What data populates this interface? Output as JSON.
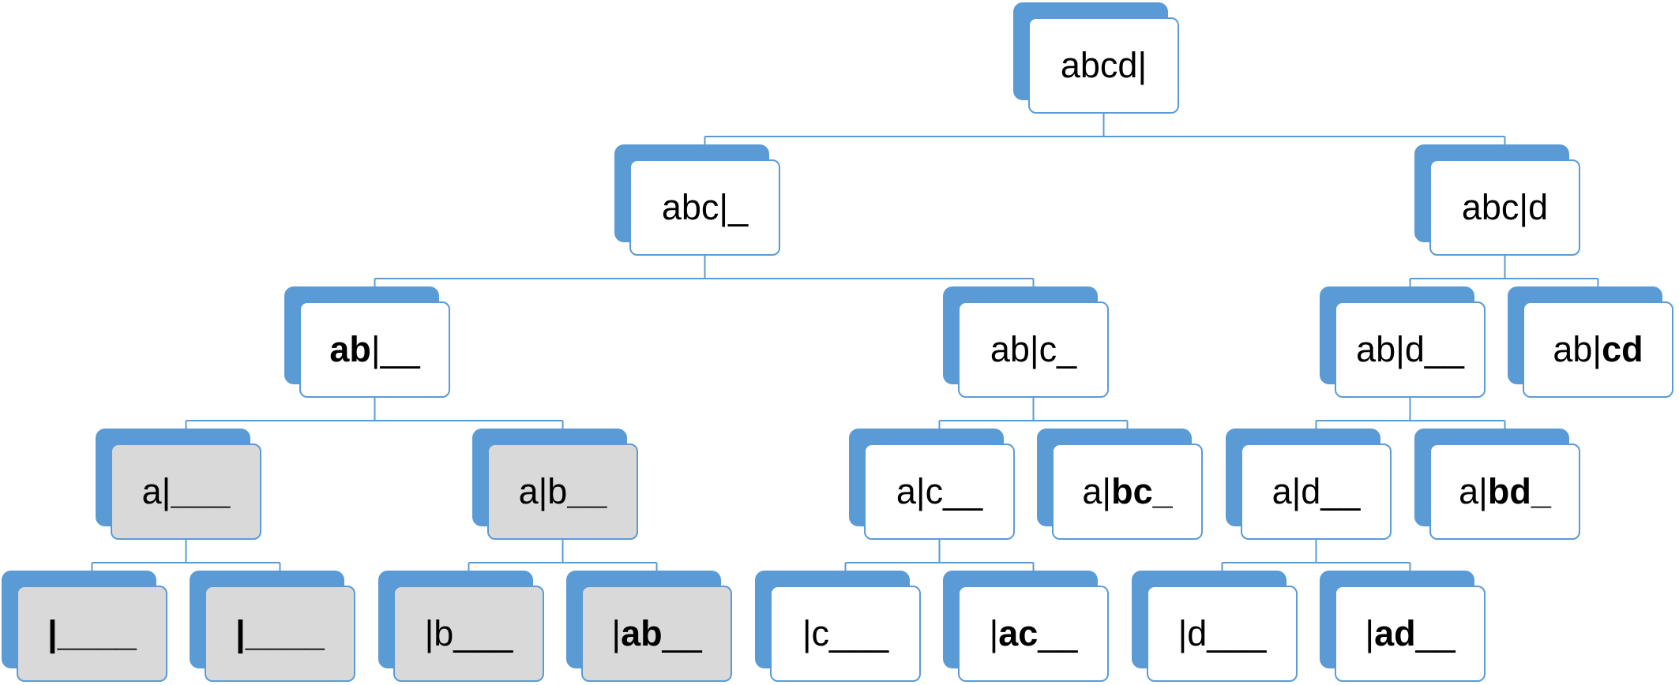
{
  "colors": {
    "accent": "#5b9bd5",
    "card": "#ffffff",
    "visited_card": "#d9d9d9",
    "text": "#000000"
  },
  "nodes": [
    {
      "id": "n_abcd",
      "parent": null,
      "visited": false,
      "parts": [
        {
          "t": "abcd|",
          "b": false
        }
      ]
    },
    {
      "id": "n_abc_",
      "parent": "n_abcd",
      "visited": false,
      "parts": [
        {
          "t": "abc|_",
          "b": false
        }
      ]
    },
    {
      "id": "n_abcd2",
      "parent": "n_abcd",
      "visited": false,
      "parts": [
        {
          "t": "abc|d",
          "b": false
        }
      ]
    },
    {
      "id": "n_ab__",
      "parent": "n_abc_",
      "visited": false,
      "parts": [
        {
          "t": "ab",
          "b": true
        },
        {
          "t": "|__",
          "b": false
        }
      ]
    },
    {
      "id": "n_abc__",
      "parent": "n_abc_",
      "visited": false,
      "parts": [
        {
          "t": "ab|c_",
          "b": false
        }
      ]
    },
    {
      "id": "n_abd__",
      "parent": "n_abcd2",
      "visited": false,
      "parts": [
        {
          "t": "ab|d__",
          "b": false
        }
      ]
    },
    {
      "id": "n_abcd_b",
      "parent": "n_abcd2",
      "visited": false,
      "parts": [
        {
          "t": "ab|",
          "b": false
        },
        {
          "t": "cd",
          "b": true
        }
      ]
    },
    {
      "id": "n_a___",
      "parent": "n_ab__",
      "visited": true,
      "parts": [
        {
          "t": "a|",
          "b": false
        },
        {
          "t": "___",
          "b": true
        }
      ]
    },
    {
      "id": "n_ab___",
      "parent": "n_ab__",
      "visited": true,
      "parts": [
        {
          "t": "a|b",
          "b": false
        },
        {
          "t": "__",
          "b": true
        }
      ]
    },
    {
      "id": "n_ac__",
      "parent": "n_abc__",
      "visited": false,
      "parts": [
        {
          "t": "a|c__",
          "b": false
        }
      ]
    },
    {
      "id": "n_abc_b",
      "parent": "n_abc__",
      "visited": false,
      "parts": [
        {
          "t": "a|",
          "b": false
        },
        {
          "t": "bc_",
          "b": true
        }
      ]
    },
    {
      "id": "n_ad__",
      "parent": "n_abd__",
      "visited": false,
      "parts": [
        {
          "t": "a|d__",
          "b": false
        }
      ]
    },
    {
      "id": "n_abd_b",
      "parent": "n_abd__",
      "visited": false,
      "parts": [
        {
          "t": "a|",
          "b": false
        },
        {
          "t": "bd_",
          "b": true
        }
      ]
    },
    {
      "id": "n_empty1",
      "parent": "n_a___",
      "visited": true,
      "parts": [
        {
          "t": "|____",
          "b": true
        }
      ]
    },
    {
      "id": "n_empty2",
      "parent": "n_a___",
      "visited": true,
      "parts": [
        {
          "t": "|____",
          "b": true
        }
      ]
    },
    {
      "id": "n_b___",
      "parent": "n_ab___",
      "visited": true,
      "parts": [
        {
          "t": "|b___",
          "b": false
        }
      ]
    },
    {
      "id": "n_ab_leaf",
      "parent": "n_ab___",
      "visited": true,
      "parts": [
        {
          "t": "|",
          "b": false
        },
        {
          "t": "ab",
          "b": true
        },
        {
          "t": "__",
          "b": false
        }
      ]
    },
    {
      "id": "n_c___",
      "parent": "n_ac__",
      "visited": false,
      "parts": [
        {
          "t": "|c___",
          "b": false
        }
      ]
    },
    {
      "id": "n_ac_leaf",
      "parent": "n_ac__",
      "visited": false,
      "parts": [
        {
          "t": "|",
          "b": false
        },
        {
          "t": "ac",
          "b": true
        },
        {
          "t": "__",
          "b": false
        }
      ]
    },
    {
      "id": "n_d___",
      "parent": "n_ad__",
      "visited": false,
      "parts": [
        {
          "t": "|d___",
          "b": false
        }
      ]
    },
    {
      "id": "n_ad_leaf",
      "parent": "n_ad__",
      "visited": false,
      "parts": [
        {
          "t": "|",
          "b": false
        },
        {
          "t": "ad",
          "b": true
        },
        {
          "t": "__",
          "b": false
        }
      ]
    }
  ]
}
